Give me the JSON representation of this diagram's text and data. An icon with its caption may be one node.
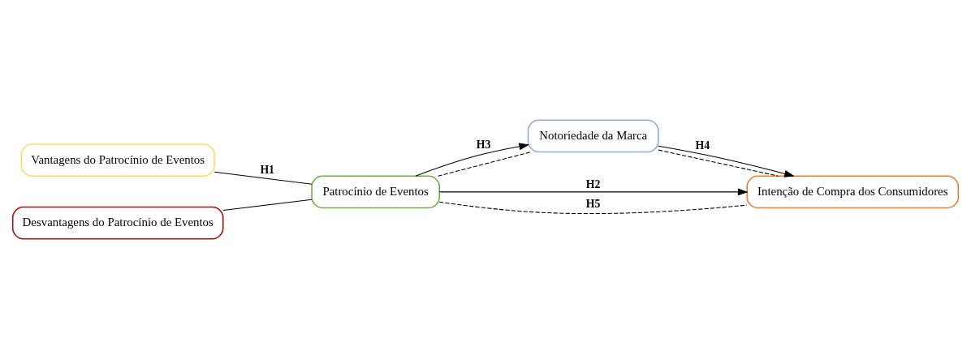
{
  "diagram": {
    "nodes": [
      {
        "text": [
          "Vantagens do Patrocínio de Eventos"
        ]
      },
      {
        "text": [
          "Desvantagens do Patrocínio de Eventos"
        ]
      },
      {
        "text": [
          "Patrocínio de Eventos"
        ]
      },
      {
        "text": [
          "Notoriedade da Marca"
        ]
      },
      {
        "text": [
          "Intenção de Compra dos Consumidores"
        ]
      }
    ],
    "edges": [
      {
        "from": 0,
        "to": 2,
        "arrow": "none",
        "label": "H1"
      },
      {
        "from": 1,
        "to": 2,
        "arrow": "none"
      },
      {
        "from": 2,
        "to": 3,
        "arrow": "to",
        "label": "H3"
      },
      {
        "from": 3,
        "to": 4,
        "arrow": "to",
        "label": "H4"
      },
      {
        "from": 2,
        "to": 4,
        "arrow": "to",
        "label": "H2"
      },
      {
        "from": 2,
        "to": 3,
        "arrow": "none",
        "style": "dashed"
      },
      {
        "from": 3,
        "to": 4,
        "arrow": "none",
        "style": "dashed"
      },
      {
        "from": 2,
        "to": 4,
        "arrow": "none",
        "style": "dashed",
        "label": "H5"
      }
    ]
  }
}
